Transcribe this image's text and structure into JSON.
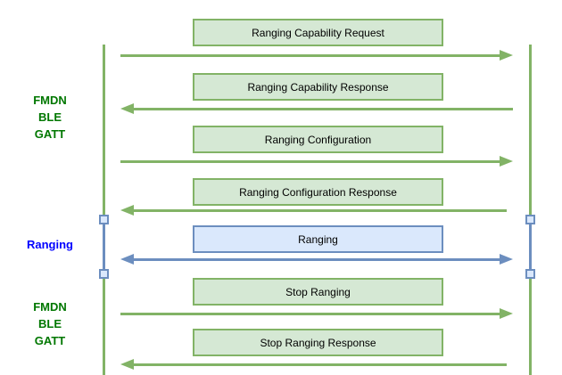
{
  "diagram": {
    "kind": "sequence-diagram",
    "colors": {
      "green_box_fill": "#d5e8d4",
      "green_box_border": "#82b366",
      "green_arrow": "#82b366",
      "blue_box_fill": "#dae8fc",
      "blue_box_border": "#6c8ebf",
      "blue_arrow": "#6c8ebf",
      "green_phase_text": "#007700",
      "blue_phase_text": "#0000ff",
      "message_text": "#000000"
    },
    "lifelines": [
      {
        "name": "left"
      },
      {
        "name": "right"
      }
    ],
    "phase_labels": [
      {
        "lines": [
          "FMDN",
          "BLE",
          "GATT"
        ],
        "color": "green"
      },
      {
        "lines": [
          "Ranging"
        ],
        "color": "blue"
      },
      {
        "lines": [
          "FMDN",
          "BLE",
          "GATT"
        ],
        "color": "green"
      }
    ],
    "messages": [
      {
        "label": "Ranging Capability Request",
        "direction": "right",
        "color": "green"
      },
      {
        "label": "Ranging Capability Response",
        "direction": "left",
        "color": "green"
      },
      {
        "label": "Ranging Configuration",
        "direction": "right",
        "color": "green"
      },
      {
        "label": "Ranging Configuration Response",
        "direction": "left",
        "color": "green"
      },
      {
        "label": "Ranging",
        "direction": "both",
        "color": "blue"
      },
      {
        "label": "Stop Ranging",
        "direction": "right",
        "color": "green"
      },
      {
        "label": "Stop Ranging Response",
        "direction": "left",
        "color": "green"
      }
    ]
  }
}
